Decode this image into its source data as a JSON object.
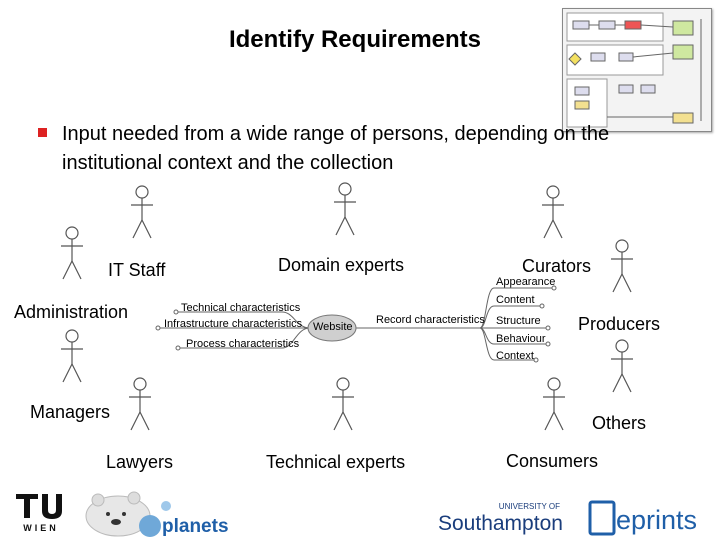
{
  "slide": {
    "title": "Identify Requirements",
    "bullet": "Input needed from a wide range of persons, depending on the institutional context and the collection"
  },
  "actors": {
    "it_staff": "IT Staff",
    "domain_experts": "Domain experts",
    "curators": "Curators",
    "administration": "Administration",
    "producers": "Producers",
    "managers": "Managers",
    "others": "Others",
    "lawyers": "Lawyers",
    "technical_experts": "Technical experts",
    "consumers": "Consumers"
  },
  "mindmap": {
    "center": "Website",
    "left": [
      "Technical characteristics",
      "Infrastructure characteristics",
      "Process characteristics"
    ],
    "right_main": "Record characteristics",
    "right": [
      "Appearance",
      "Content",
      "Structure",
      "Behaviour",
      "Context"
    ]
  },
  "logos": {
    "tu_top": "TU",
    "tu_bottom": "WIEN",
    "planets": "planets",
    "soton_small": "UNIVERSITY OF",
    "soton_big": "Southampton",
    "eprints": "eprints"
  },
  "colors": {
    "bullet": "#dd2222",
    "soton_blue": "#1a3d7c",
    "eprints_blue": "#1f5fa8",
    "planets_blue": "#1f5fa8"
  }
}
